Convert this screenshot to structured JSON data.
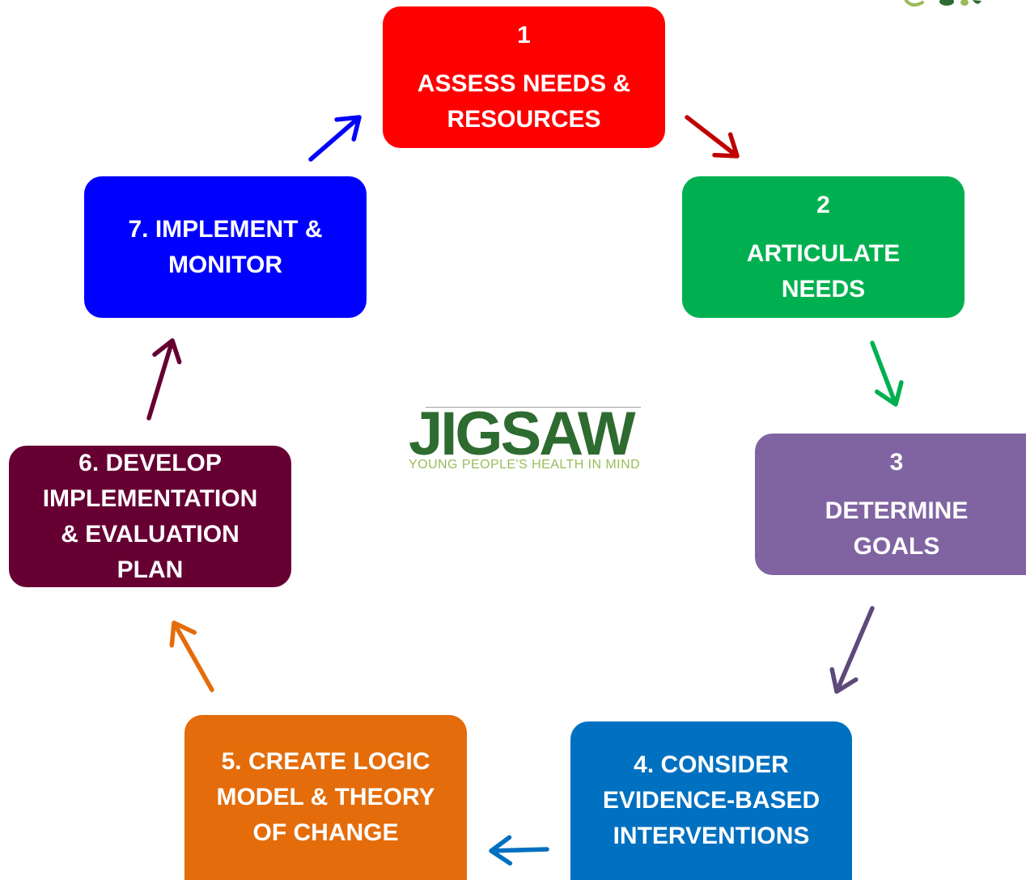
{
  "text_color": "#FFFFFF",
  "steps": [
    {
      "number": "1",
      "lines": [
        "ASSESS NEEDS &",
        "RESOURCES"
      ],
      "color": "#FF0000"
    },
    {
      "number": "2",
      "lines": [
        "ARTICULATE",
        "NEEDS"
      ],
      "color": "#00B050"
    },
    {
      "number": "3",
      "lines": [
        "DETERMINE",
        "GOALS"
      ],
      "color": "#8064A2"
    },
    {
      "lines": [
        "4. CONSIDER",
        "EVIDENCE-BASED",
        "INTERVENTIONS"
      ],
      "color": "#0070C0"
    },
    {
      "lines": [
        "5. CREATE LOGIC",
        "MODEL & THEORY",
        "OF CHANGE"
      ],
      "color": "#E46C0A"
    },
    {
      "lines": [
        "6. DEVELOP",
        "IMPLEMENTATION",
        "& EVALUATION",
        "PLAN"
      ],
      "color": "#660033"
    },
    {
      "lines": [
        "7. IMPLEMENT &",
        "MONITOR"
      ],
      "color": "#0000FF"
    }
  ],
  "arrows": [
    {
      "color": "#C00000"
    },
    {
      "color": "#00B050"
    },
    {
      "color": "#5F497A"
    },
    {
      "color": "#0070C0"
    },
    {
      "color": "#E46C0A"
    },
    {
      "color": "#660033"
    },
    {
      "color": "#0000FF"
    }
  ],
  "logo": {
    "wordmark": "JIGSAW",
    "tagline": "YOUNG PEOPLE'S HEALTH IN MIND",
    "wordmark_color": "#2E6B30",
    "tagline_color": "#9BBB59"
  }
}
